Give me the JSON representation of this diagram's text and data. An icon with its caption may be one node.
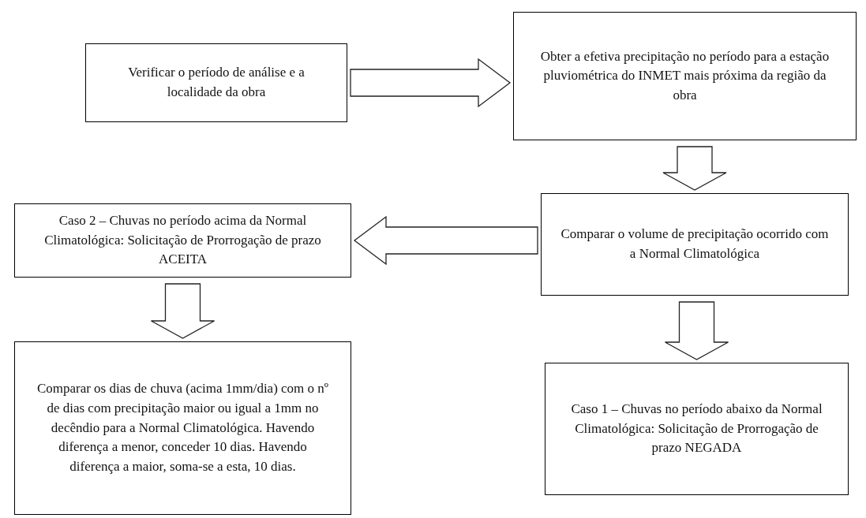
{
  "diagram": {
    "nodes": [
      {
        "text": [
          "Verificar o período de análise e a localidade da obra"
        ]
      },
      {
        "text": [
          "Obter a efetiva precipitação no período para a estação pluviométrica do INMET mais próxima da região da obra"
        ]
      },
      {
        "text": [
          "Comparar o volume de precipitação ocorrido com a Normal Climatológica"
        ]
      },
      {
        "text": [
          "Caso 2 – Chuvas no período acima da Normal Climatológica: Solicitação de Prorrogação de prazo ACEITA"
        ]
      },
      {
        "text": [
          "Comparar os dias de chuva (acima 1mm/dia) com o nº de dias com precipitação maior ou igual a 1mm no decêndio para a Normal Climatológica. Havendo diferença a menor, conceder 10 dias. Havendo diferença a maior, soma-se a esta, 10 dias."
        ]
      },
      {
        "text": [
          "Caso 1 – Chuvas no período abaixo da Normal Climatológica: Solicitação de Prorrogação de prazo NEGADA"
        ]
      }
    ],
    "edges": [
      {
        "from": 0,
        "to": 1,
        "arrow": "to"
      },
      {
        "from": 1,
        "to": 2,
        "arrow": "to"
      },
      {
        "from": 2,
        "to": 3,
        "arrow": "to"
      },
      {
        "from": 3,
        "to": 4,
        "arrow": "to"
      },
      {
        "from": 2,
        "to": 5,
        "arrow": "to"
      }
    ]
  }
}
